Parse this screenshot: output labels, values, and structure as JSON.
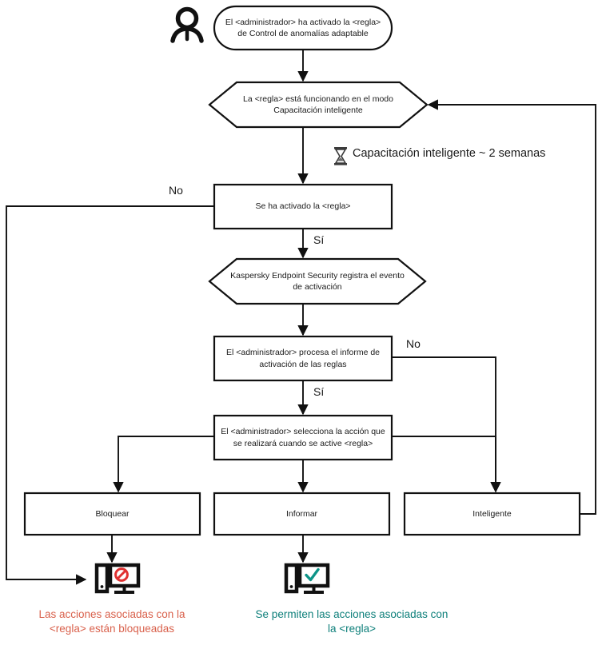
{
  "diagram": {
    "title": "Adaptive Anomaly Control rule flow",
    "colors": {
      "stroke": "#111111",
      "text": "#1a1a1a",
      "blocked": "#d9614c",
      "allowed": "#0d7f7a",
      "deny_icon": "#e03131",
      "check_icon": "#0d9488"
    },
    "nodes": {
      "actor": {
        "icon": "person-icon"
      },
      "start": {
        "label": "El <administrador> ha activado la <regla>\nde Control de anomalías adaptable"
      },
      "training_mode": {
        "label": "La <regla> está funcionando en el modo\nCapacitación inteligente"
      },
      "rule_triggered": {
        "label": "Se ha activado la <regla>"
      },
      "event_logged": {
        "label": "Kaspersky Endpoint Security registra el evento\nde activación"
      },
      "admin_report": {
        "label": "El <administrador> procesa el informe de\nactivación de las reglas"
      },
      "admin_action": {
        "label": "El <administrador> selecciona la acción que\nse realizará cuando se active <regla>"
      },
      "block": {
        "label": "Bloquear"
      },
      "inform": {
        "label": "Informar"
      },
      "smart": {
        "label": "Inteligente"
      }
    },
    "edge_labels": {
      "no_rule_triggered": "No",
      "si_rule_triggered": "Sí",
      "no_admin_report": "No",
      "si_admin_report": "Sí"
    },
    "timer": {
      "icon": "hourglass-icon",
      "label": "Capacitación inteligente ~ 2 semanas"
    },
    "outcomes": {
      "blocked": {
        "icon": "monitor-blocked-icon",
        "caption": "Las acciones asociadas con la\n<regla> están bloqueadas"
      },
      "allowed": {
        "icon": "monitor-allowed-icon",
        "caption": "Se permiten las acciones asociadas con\nla <regla>"
      }
    }
  }
}
